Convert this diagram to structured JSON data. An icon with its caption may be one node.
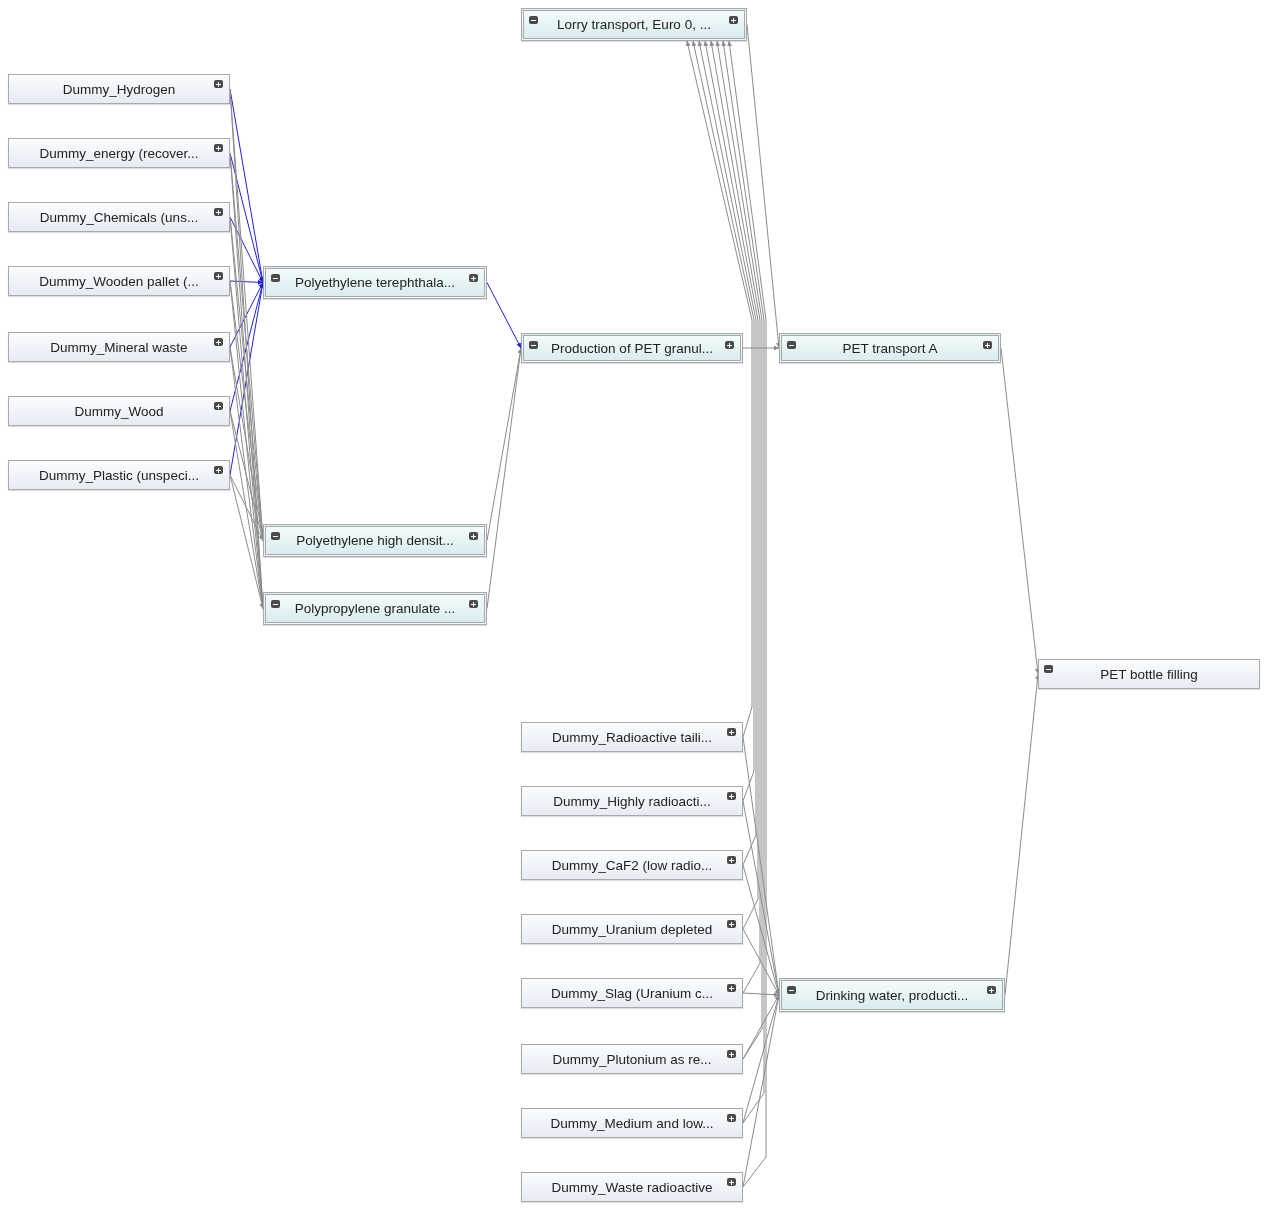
{
  "diagram": {
    "nodes": [
      {
        "text": [
          "Dummy_Hydrogen"
        ]
      },
      {
        "text": [
          "Dummy_energy (recover..."
        ]
      },
      {
        "text": [
          "Dummy_Chemicals (uns..."
        ]
      },
      {
        "text": [
          "Dummy_Wooden pallet (..."
        ]
      },
      {
        "text": [
          "Dummy_Mineral waste"
        ]
      },
      {
        "text": [
          "Dummy_Wood"
        ]
      },
      {
        "text": [
          "Dummy_Plastic (unspeci..."
        ]
      },
      {
        "text": [
          "Lorry transport, Euro 0, ..."
        ]
      },
      {
        "text": [
          "Polyethylene terephthala..."
        ]
      },
      {
        "text": [
          "Production of PET granul..."
        ]
      },
      {
        "text": [
          "PET transport A"
        ]
      },
      {
        "text": [
          "Polyethylene high densit..."
        ]
      },
      {
        "text": [
          "Polypropylene granulate ..."
        ]
      },
      {
        "text": [
          "PET bottle filling"
        ]
      },
      {
        "text": [
          "Dummy_Radioactive taili..."
        ]
      },
      {
        "text": [
          "Dummy_Highly radioacti..."
        ]
      },
      {
        "text": [
          "Dummy_CaF2 (low radio..."
        ]
      },
      {
        "text": [
          "Dummy_Uranium depleted"
        ]
      },
      {
        "text": [
          "Dummy_Slag (Uranium c..."
        ]
      },
      {
        "text": [
          "Dummy_Plutonium as re..."
        ]
      },
      {
        "text": [
          "Dummy_Medium and low..."
        ]
      },
      {
        "text": [
          "Dummy_Waste radioactive"
        ]
      },
      {
        "text": [
          "Drinking water, producti..."
        ]
      }
    ],
    "edges": [
      {
        "from": 0,
        "to": 8,
        "arrow": "to",
        "color": "#1f1fe6"
      },
      {
        "from": 1,
        "to": 8,
        "arrow": "to",
        "color": "#1f1fe6"
      },
      {
        "from": 2,
        "to": 8,
        "arrow": "to",
        "color": "#1f1fe6"
      },
      {
        "from": 3,
        "to": 8,
        "arrow": "to",
        "color": "#1f1fe6"
      },
      {
        "from": 4,
        "to": 8,
        "arrow": "to",
        "color": "#1f1fe6"
      },
      {
        "from": 5,
        "to": 8,
        "arrow": "to",
        "color": "#1f1fe6"
      },
      {
        "from": 6,
        "to": 8,
        "arrow": "to",
        "color": "#1f1fe6"
      },
      {
        "from": 0,
        "to": 11,
        "arrow": "to"
      },
      {
        "from": 1,
        "to": 11,
        "arrow": "to"
      },
      {
        "from": 2,
        "to": 11,
        "arrow": "to"
      },
      {
        "from": 3,
        "to": 11,
        "arrow": "to"
      },
      {
        "from": 4,
        "to": 11,
        "arrow": "to"
      },
      {
        "from": 5,
        "to": 11,
        "arrow": "to"
      },
      {
        "from": 6,
        "to": 11,
        "arrow": "to"
      },
      {
        "from": 0,
        "to": 12,
        "arrow": "to"
      },
      {
        "from": 1,
        "to": 12,
        "arrow": "to"
      },
      {
        "from": 2,
        "to": 12,
        "arrow": "to"
      },
      {
        "from": 3,
        "to": 12,
        "arrow": "to"
      },
      {
        "from": 4,
        "to": 12,
        "arrow": "to"
      },
      {
        "from": 5,
        "to": 12,
        "arrow": "to"
      },
      {
        "from": 6,
        "to": 12,
        "arrow": "to"
      },
      {
        "from": 8,
        "to": 9,
        "arrow": "to",
        "color": "#1f1fe6"
      },
      {
        "from": 11,
        "to": 9,
        "arrow": "to"
      },
      {
        "from": 12,
        "to": 9,
        "arrow": "to"
      },
      {
        "from": 9,
        "to": 10,
        "arrow": "to"
      },
      {
        "from": 7,
        "to": 10,
        "arrow": "to"
      },
      {
        "from": 10,
        "to": 13,
        "arrow": "to"
      },
      {
        "from": 22,
        "to": 13,
        "arrow": "to"
      },
      {
        "from": 14,
        "to": 7,
        "arrow": "to"
      },
      {
        "from": 15,
        "to": 7,
        "arrow": "to"
      },
      {
        "from": 16,
        "to": 7,
        "arrow": "to"
      },
      {
        "from": 17,
        "to": 7,
        "arrow": "to"
      },
      {
        "from": 18,
        "to": 7,
        "arrow": "to"
      },
      {
        "from": 19,
        "to": 7,
        "arrow": "to"
      },
      {
        "from": 20,
        "to": 7,
        "arrow": "to"
      },
      {
        "from": 21,
        "to": 7,
        "arrow": "to"
      },
      {
        "from": 14,
        "to": 22,
        "arrow": "to"
      },
      {
        "from": 15,
        "to": 22,
        "arrow": "to"
      },
      {
        "from": 16,
        "to": 22,
        "arrow": "to"
      },
      {
        "from": 17,
        "to": 22,
        "arrow": "to"
      },
      {
        "from": 18,
        "to": 22,
        "arrow": "to"
      },
      {
        "from": 19,
        "to": 22,
        "arrow": "to"
      },
      {
        "from": 20,
        "to": 22,
        "arrow": "to"
      },
      {
        "from": 21,
        "to": 22,
        "arrow": "to"
      }
    ]
  }
}
